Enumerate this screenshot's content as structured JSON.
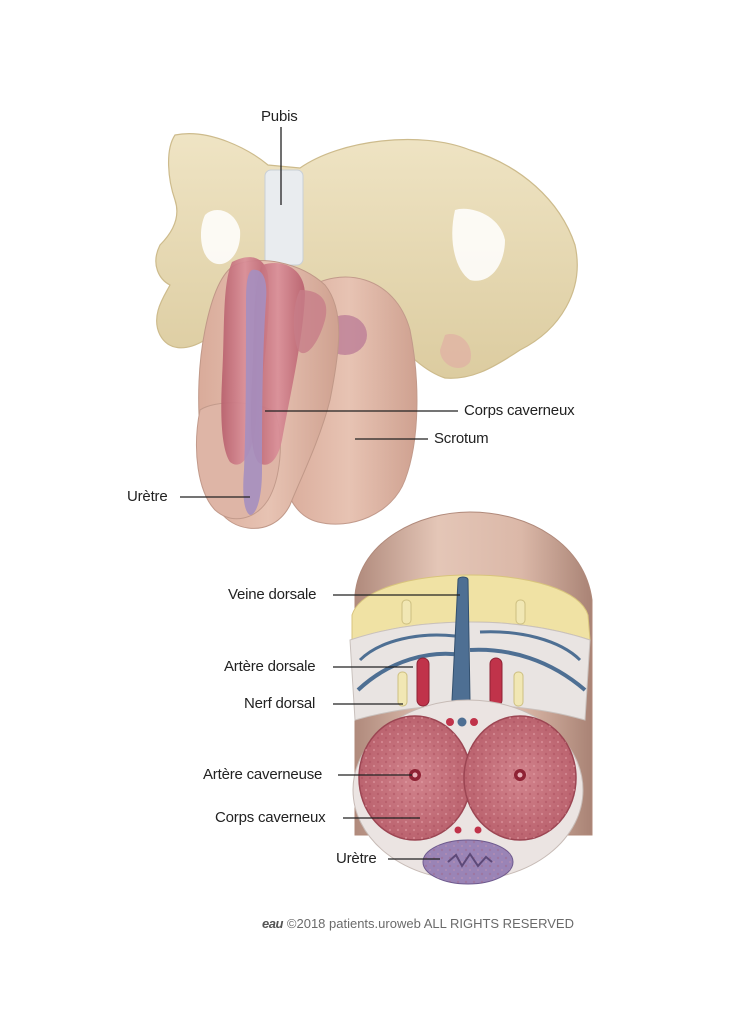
{
  "labels": {
    "pubis": "Pubis",
    "corps_caverneux_top": "Corps caverneux",
    "scrotum": "Scrotum",
    "uretre_top": "Urètre",
    "veine_dorsale": "Veine dorsale",
    "artere_dorsale": "Artère dorsale",
    "nerf_dorsal": "Nerf dorsal",
    "artere_caverneuse": "Artère caverneuse",
    "corps_caverneux_bottom": "Corps caverneux",
    "uretre_bottom": "Urètre"
  },
  "footer": {
    "logo": "eau",
    "copyright": "©2018 patients.uroweb ALL RIGHTS RESERVED"
  },
  "colors": {
    "bone": "#e8dcb8",
    "skin": "#dcb6a6",
    "cavernous": "#c97b85",
    "urethra": "#a58fc0",
    "artery": "#c0334a",
    "vein": "#4e6f93",
    "nerve": "#f1e7b4"
  }
}
